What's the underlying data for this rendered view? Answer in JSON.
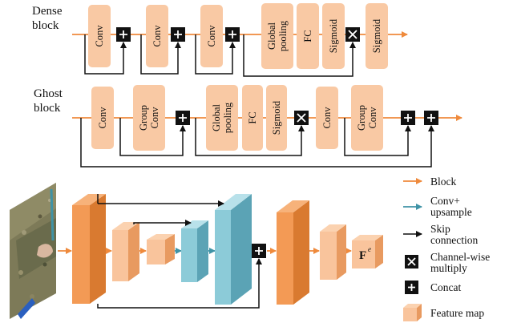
{
  "dense_block": {
    "title_line1": "Dense",
    "title_line2": "block",
    "conv1": "Conv",
    "conv2": "Conv",
    "conv3": "Conv",
    "pool_line1": "Global",
    "pool_line2": "pooling",
    "fc": "FC",
    "sigmoid1": "Sigmoid",
    "sigmoid2": "Sigmoid"
  },
  "ghost_block": {
    "title_line1": "Ghost",
    "title_line2": "block",
    "conv1": "Conv",
    "group_conv1_line1": "Group",
    "group_conv1_line2": "Conv",
    "pool_line1": "Global",
    "pool_line2": "pooling",
    "fc": "FC",
    "sigmoid": "Sigmoid",
    "conv2": "Conv",
    "group_conv2_line1": "Group",
    "group_conv2_line2": "Conv"
  },
  "network": {
    "output_label": "F",
    "output_sup": "e"
  },
  "legend": {
    "block": "Block",
    "conv_up_line1": "Conv+",
    "conv_up_line2": "upsample",
    "skip_line1": "Skip",
    "skip_line2": "connection",
    "multiply_line1": "Channel-wise",
    "multiply_line2": "multiply",
    "concat": "Concat",
    "feature_map": "Feature map"
  },
  "colors": {
    "orange": "#ef8a3c",
    "peach": "#f9c9a4",
    "blue": "#3f93a6",
    "light_blue": "#8ccbd8"
  }
}
